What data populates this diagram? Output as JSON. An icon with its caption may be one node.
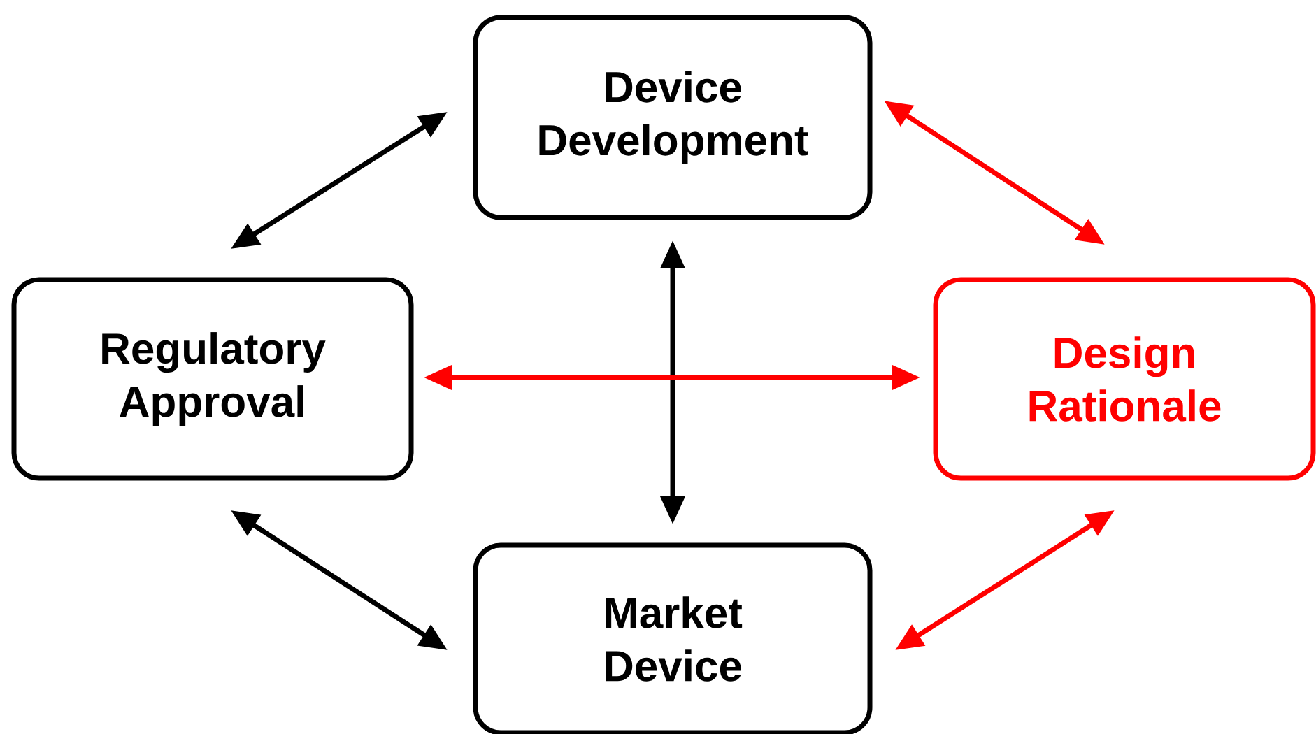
{
  "diagram": {
    "nodes": [
      {
        "text": [
          "Device Development"
        ]
      },
      {
        "text": [
          "Regulatory Approval"
        ]
      },
      {
        "text": [
          "Design Rationale"
        ]
      },
      {
        "text": [
          "Market Device"
        ]
      }
    ],
    "edges": [
      {
        "from": 0,
        "to": 1,
        "arrow": "both"
      },
      {
        "from": 0,
        "to": 2,
        "arrow": "both",
        "color": "#ff0000"
      },
      {
        "from": 0,
        "to": 3,
        "arrow": "both"
      },
      {
        "from": 1,
        "to": 2,
        "arrow": "both",
        "color": "#ff0000"
      },
      {
        "from": 1,
        "to": 3,
        "arrow": "both"
      },
      {
        "from": 3,
        "to": 2,
        "arrow": "both",
        "color": "#ff0000"
      }
    ]
  }
}
